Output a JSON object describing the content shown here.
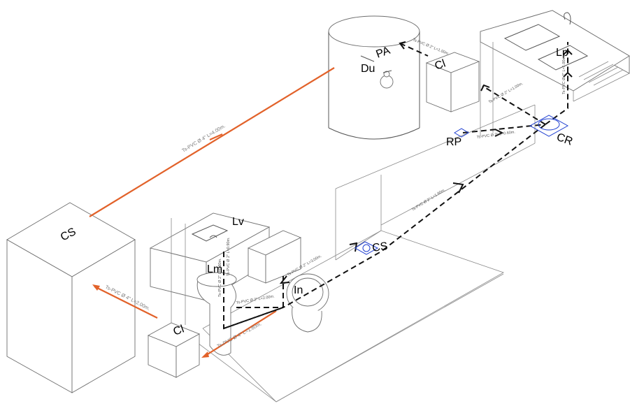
{
  "labels": {
    "cs_box": "CS",
    "cs_floor": "CS",
    "du": "Du",
    "pa": "PA",
    "ci_top": "Cl",
    "ci_bottom": "Cl",
    "lp": "Lp",
    "cr": "CR",
    "rp": "RP",
    "lv": "Lv",
    "lm": "Lm",
    "in": "In"
  },
  "pipes": {
    "orange_long": "Ts-PVC Ø 4\" L=4.00m.",
    "orange_short": "Ts-PVC Ø 4\" L=2.00m.",
    "orange_bottom": "Ts-PVC Ø 4\" L=1.80m.",
    "main_drain": "Ts-PVC Ø 2\" L=1.80m.",
    "rp_to_cr": "Ts-PVC Ø 2\" L=0.60m.",
    "cr_to_ci": "Ts-PVC Ø 2\" L=1.00m.",
    "pa_to_ci": "Ts-PVC Ø 2\" L=1.00m.",
    "lp_vertical": "Ts-PVC Ø 2\" L=1.00m.",
    "lv_vertical": "Ts-PVC Ø 2\" L=0.90m.",
    "in_line": "Ts-PVC Ø 2\" L=2.00m.",
    "lm_vertical": "Ts-PVC Ø 2\" L=0.60m.",
    "cs_short": "Ts-PVC Ø 2\" L=3.00m."
  },
  "colors": {
    "orange": "#e2622a",
    "blue": "#1f3fd1",
    "drain": "#111111"
  }
}
